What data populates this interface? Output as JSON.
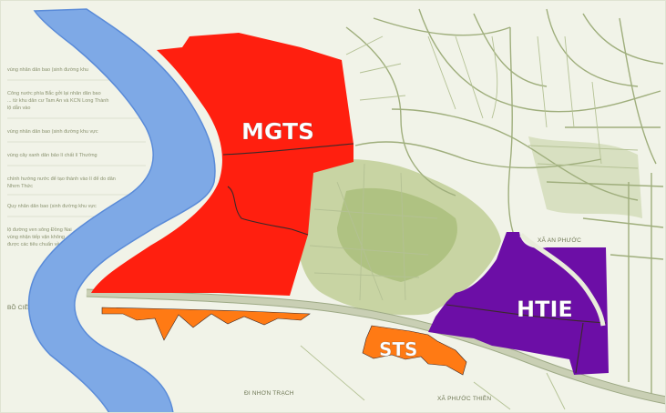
{
  "map": {
    "colors": {
      "background": "#f1f3e8",
      "river": "#7ea9e6",
      "river_edge": "#5a8bd8",
      "green_area": "#a9bd7a",
      "road": "#9fae7c",
      "mgts": "#ff1f0f",
      "htie": "#6c0ea6",
      "sts": "#ff7a14"
    },
    "zones": [
      {
        "id": "mgts",
        "label": "MGTS"
      },
      {
        "id": "htie",
        "label": "HTIE"
      },
      {
        "id": "sts",
        "label": "STS"
      }
    ],
    "place_labels": {
      "xa_an_phuoc": "XÃ AN PHƯỚC",
      "xa_phuoc_thien": "XÃ PHƯỚC THIỀN",
      "di_nhon_trach": "ĐI NHƠN TRẠCH",
      "bo_ciem": "BỒ CIỀ"
    },
    "legend_lines": [
      "vùng nhân dân bao (sinh đường khu",
      "Công nước phía Bắc gởi lại nhân dân bao",
      "... từ khu dân cư Tam An và KCN Long Thành",
      "lộ dẫn vào",
      "vùng nhân dân bao (sinh đường khu vực",
      "vùng cây xanh dân bảo lí chất lí Thường",
      "chính hướng nước để tạo thành vào lí để do dân",
      "Nhơn Thức",
      "Quy nhân dân bao (sinh đường khu vực",
      "lộ đường ven sông Đồng Nai",
      "vùng nhận tiếp vận không",
      "được các tiêu chuẩn về"
    ]
  }
}
